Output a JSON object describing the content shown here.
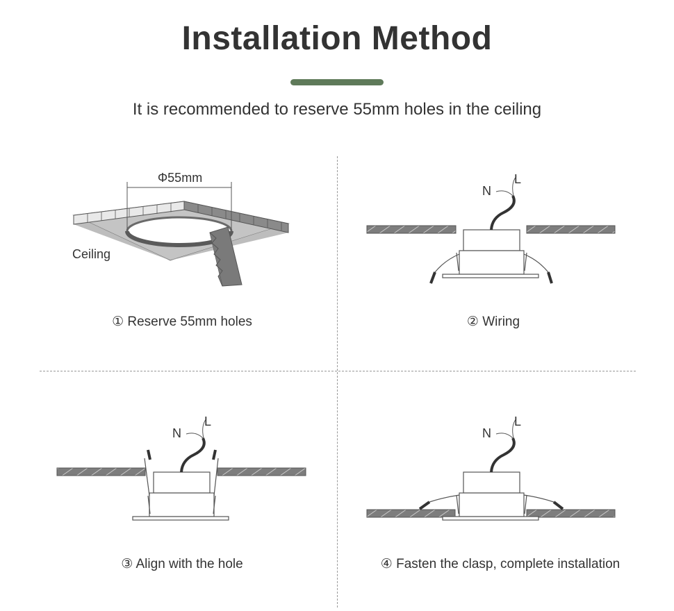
{
  "header": {
    "title": "Installation Method",
    "subtitle": "It is recommended to reserve 55mm holes in the ceiling",
    "accent_color": "#5f7a5a"
  },
  "steps": [
    {
      "caption": "① Reserve 55mm holes",
      "dimension_label": "Φ55mm",
      "ceiling_label": "Ceiling"
    },
    {
      "caption": "② Wiring",
      "wire_n": "N",
      "wire_l": "L"
    },
    {
      "caption": "③ Align with the hole",
      "wire_n": "N",
      "wire_l": "L"
    },
    {
      "caption": "④ Fasten the clasp, complete installation",
      "wire_n": "N",
      "wire_l": "L"
    }
  ]
}
